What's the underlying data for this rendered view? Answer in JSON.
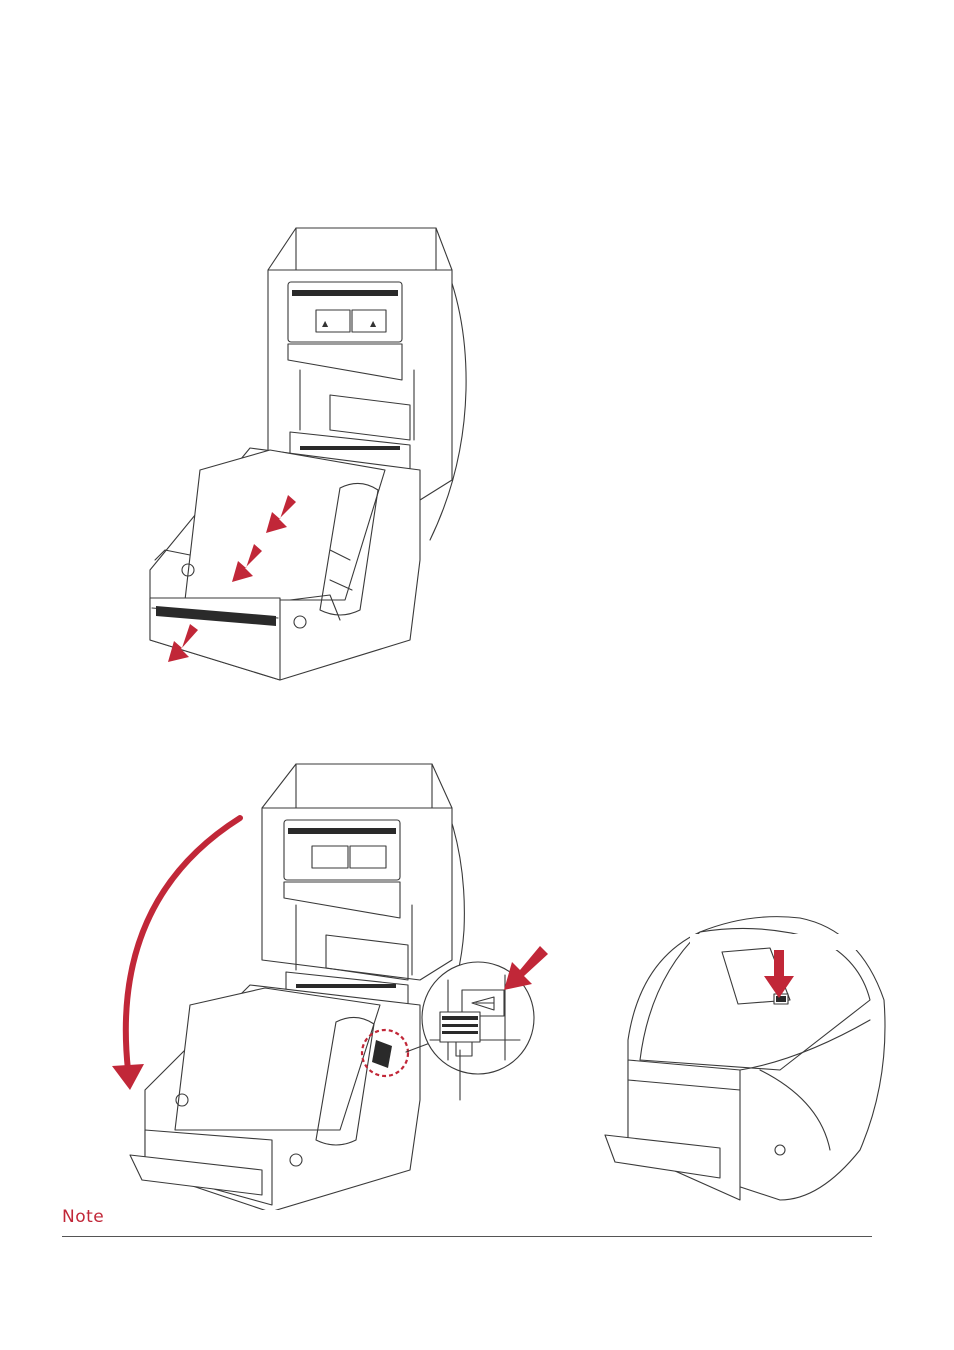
{
  "note": {
    "heading": "Note"
  },
  "colors": {
    "accent": "#c12738",
    "line": "#3a3a3a",
    "rule": "#555555"
  },
  "figures": [
    {
      "id": "printer-open-media-feed",
      "arrows": 3
    },
    {
      "id": "printer-close-top-cover",
      "arrows": 2,
      "has_detail_callout": true
    },
    {
      "id": "printer-closed-press-button",
      "arrows": 1
    }
  ]
}
